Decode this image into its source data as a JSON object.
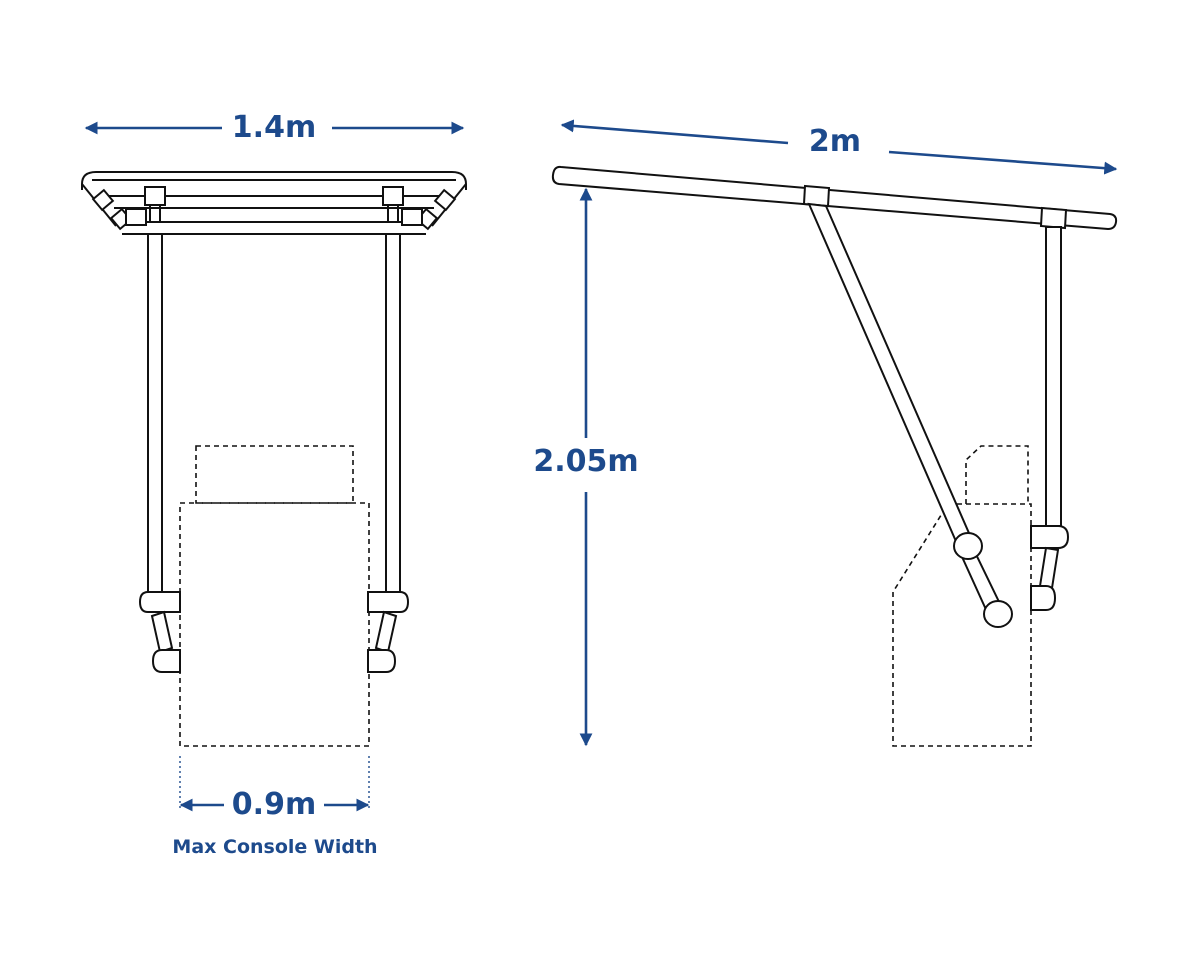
{
  "colors": {
    "accent": "#1d4a8c",
    "line": "#111111",
    "background": "#ffffff"
  },
  "front_view": {
    "width_label": "1.4m",
    "console_width_label": "0.9m",
    "console_caption": "Max Console Width"
  },
  "side_view": {
    "length_label": "2m",
    "height_label": "2.05m"
  }
}
